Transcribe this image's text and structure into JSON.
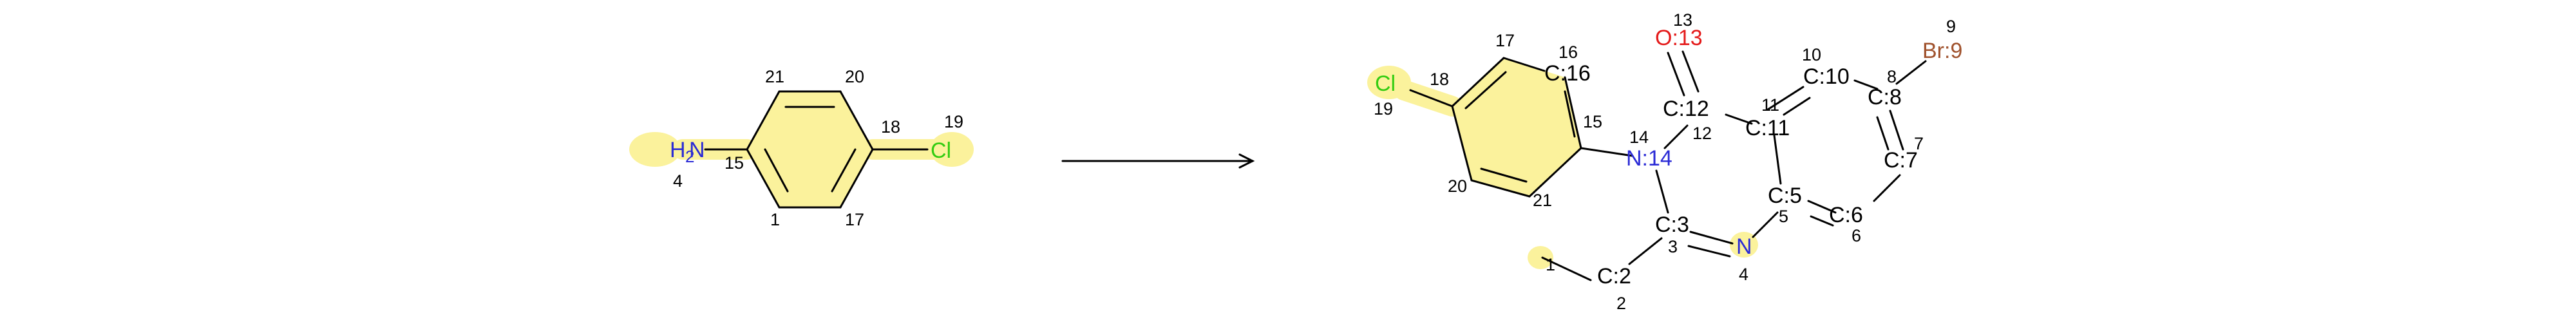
{
  "reaction": {
    "reactant": {
      "atoms": {
        "n_label": "H",
        "n_label2": "2",
        "n_label3": "N",
        "cl": "Cl"
      },
      "numbers": {
        "n4": "4",
        "c15": "15",
        "c21": "21",
        "c20": "20",
        "c18": "18",
        "cl19": "19",
        "c1": "1",
        "c17": "17"
      }
    },
    "product": {
      "atoms": {
        "cl": "Cl",
        "c16": "C:16",
        "c12": "C:12",
        "o13": "O:13",
        "c10": "C:10",
        "br9": "Br:9",
        "c8": "C:8",
        "n14": "N:14",
        "c11": "C:11",
        "c7": "C:7",
        "c5": "C:5",
        "c6": "C:6",
        "c3": "C:3",
        "n4": "N",
        "c2": "C:2"
      },
      "numbers": {
        "n17": "17",
        "n16": "16",
        "n18": "18",
        "n19": "19",
        "n15": "15",
        "n13": "13",
        "n14": "14",
        "n12": "12",
        "n11": "11",
        "n10": "10",
        "n9": "9",
        "n8": "8",
        "n7": "7",
        "n5": "5",
        "n6": "6",
        "n3": "3",
        "n4": "4",
        "n20": "20",
        "n21": "21",
        "n1": "1",
        "n2": "2"
      }
    },
    "colors": {
      "highlight": "#fbf29c",
      "nitrogen": "#2b2bd6",
      "chlorine": "#33cc11",
      "oxygen": "#e41a1a",
      "bromine": "#a0522d"
    }
  }
}
